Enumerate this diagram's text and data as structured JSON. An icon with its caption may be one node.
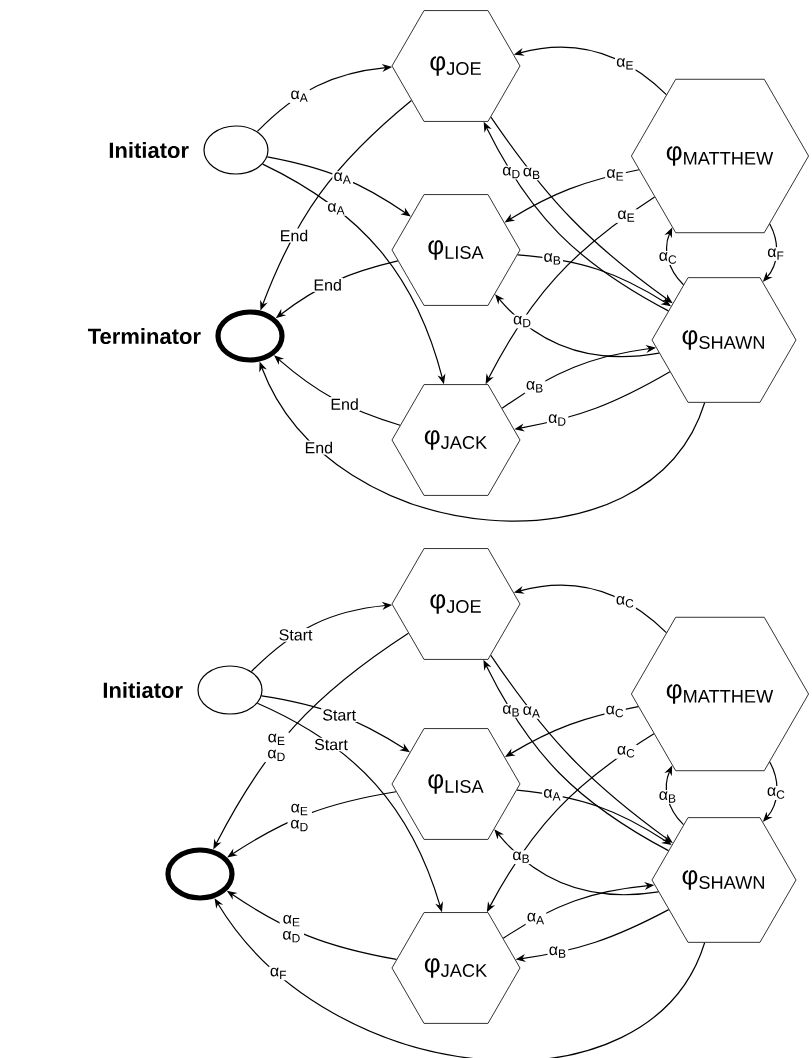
{
  "diagram": {
    "nodes": [
      {
        "text": [
          "Initiator"
        ]
      },
      {
        "text": [
          "φ$_{JOE}$"
        ]
      },
      {
        "text": [
          "φ$_{LISA}$"
        ]
      },
      {
        "text": [
          "φ$_{JACK}$"
        ]
      },
      {
        "text": [
          "φ$_{MATTHEW}$"
        ]
      },
      {
        "text": [
          "φ$_{SHAWN}$"
        ]
      },
      {
        "text": [
          "Terminator"
        ]
      },
      {
        "text": [
          "Initiator"
        ]
      },
      {
        "text": [
          "φ$_{JOE}$"
        ]
      },
      {
        "text": [
          "φ$_{LISA}$"
        ]
      },
      {
        "text": [
          "φ$_{JACK}$"
        ]
      },
      {
        "text": [
          "φ$_{MATTHEW}$"
        ]
      },
      {
        "text": [
          "φ$_{SHAWN}$"
        ]
      },
      {
        "text": [],
        "shape": "circle"
      }
    ],
    "edges": [
      {
        "from": 0,
        "to": 1,
        "arrow": "to",
        "label": "α$_{A}$"
      },
      {
        "from": 0,
        "to": 2,
        "arrow": "to",
        "label": "α$_{A}$"
      },
      {
        "from": 0,
        "to": 3,
        "arrow": "to",
        "label": "α$_{A}$"
      },
      {
        "from": 1,
        "to": 6,
        "arrow": "to",
        "label": "End"
      },
      {
        "from": 2,
        "to": 6,
        "arrow": "to",
        "label": "End"
      },
      {
        "from": 3,
        "to": 6,
        "arrow": "to",
        "label": "End"
      },
      {
        "from": 5,
        "to": 6,
        "arrow": "to",
        "label": "End"
      },
      {
        "from": 1,
        "to": 5,
        "arrow": "to",
        "label": "α$_{B}$"
      },
      {
        "from": 2,
        "to": 5,
        "arrow": "to",
        "label": "α$_{B}$"
      },
      {
        "from": 3,
        "to": 5,
        "arrow": "to",
        "label": "α$_{B}$"
      },
      {
        "from": 5,
        "to": 1,
        "arrow": "to",
        "label": "α$_{D}$"
      },
      {
        "from": 5,
        "to": 2,
        "arrow": "to",
        "label": "α$_{D}$"
      },
      {
        "from": 5,
        "to": 3,
        "arrow": "to",
        "label": "α$_{D}$"
      },
      {
        "from": 4,
        "to": 1,
        "arrow": "to",
        "label": "α$_{E}$"
      },
      {
        "from": 4,
        "to": 2,
        "arrow": "to",
        "label": "α$_{E}$"
      },
      {
        "from": 4,
        "to": 3,
        "arrow": "to",
        "label": "α$_{E}$"
      },
      {
        "from": 5,
        "to": 4,
        "arrow": "to",
        "label": "α$_{C}$"
      },
      {
        "from": 4,
        "to": 5,
        "arrow": "to",
        "label": "α$_{F}$"
      },
      {
        "from": 7,
        "to": 8,
        "arrow": "to",
        "label": "Start"
      },
      {
        "from": 7,
        "to": 9,
        "arrow": "to",
        "label": "Start"
      },
      {
        "from": 7,
        "to": 10,
        "arrow": "to",
        "label": "Start"
      },
      {
        "from": 8,
        "to": 13,
        "arrow": "to",
        "label": "α$_{E}$ α$_{D}$"
      },
      {
        "from": 9,
        "to": 13,
        "arrow": "to",
        "label": "α$_{E}$ α$_{D}$"
      },
      {
        "from": 10,
        "to": 13,
        "arrow": "to",
        "label": "α$_{E}$ α$_{D}$"
      },
      {
        "from": 12,
        "to": 13,
        "arrow": "to",
        "label": "α$_{F}$"
      },
      {
        "from": 8,
        "to": 12,
        "arrow": "to",
        "label": "α$_{A}$"
      },
      {
        "from": 9,
        "to": 12,
        "arrow": "to",
        "label": "α$_{A}$"
      },
      {
        "from": 10,
        "to": 12,
        "arrow": "to",
        "label": "α$_{A}$"
      },
      {
        "from": 12,
        "to": 8,
        "arrow": "to",
        "label": "α$_{B}$"
      },
      {
        "from": 12,
        "to": 9,
        "arrow": "to",
        "label": "α$_{B}$"
      },
      {
        "from": 12,
        "to": 10,
        "arrow": "to",
        "label": "α$_{B}$"
      },
      {
        "from": 11,
        "to": 8,
        "arrow": "to",
        "label": "α$_{C}$"
      },
      {
        "from": 11,
        "to": 9,
        "arrow": "to",
        "label": "α$_{C}$"
      },
      {
        "from": 11,
        "to": 10,
        "arrow": "to",
        "label": "α$_{C}$"
      },
      {
        "from": 12,
        "to": 11,
        "arrow": "to",
        "label": "α$_{B}$"
      },
      {
        "from": 11,
        "to": 12,
        "arrow": "to",
        "label": "α$_{C}$"
      }
    ]
  }
}
